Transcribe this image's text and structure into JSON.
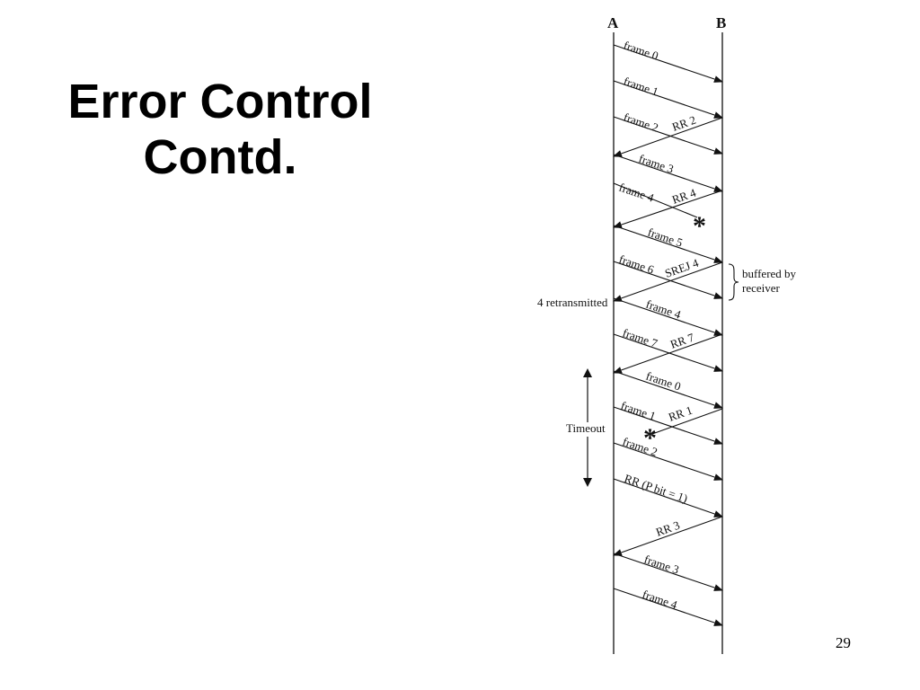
{
  "slide": {
    "title_line1": "Error Control",
    "title_line2": "Contd.",
    "page_number": "29"
  },
  "diagram": {
    "station_a": "A",
    "station_b": "B",
    "messages": [
      {
        "from": "A",
        "label": "frame 0"
      },
      {
        "from": "A",
        "label": "frame 1"
      },
      {
        "from": "A",
        "label": "frame 2"
      },
      {
        "from": "B",
        "label": "RR 2"
      },
      {
        "from": "A",
        "label": "frame 3"
      },
      {
        "from": "A",
        "label": "frame 4",
        "lost": true
      },
      {
        "from": "B",
        "label": "RR 4"
      },
      {
        "from": "A",
        "label": "frame 5"
      },
      {
        "from": "A",
        "label": "frame 6"
      },
      {
        "from": "B",
        "label": "SREJ 4"
      },
      {
        "from": "A",
        "label": "frame 4"
      },
      {
        "from": "A",
        "label": "frame 7"
      },
      {
        "from": "B",
        "label": "RR 7"
      },
      {
        "from": "A",
        "label": "frame 0"
      },
      {
        "from": "A",
        "label": "frame 1"
      },
      {
        "from": "B",
        "label": "RR 1",
        "lost": true
      },
      {
        "from": "A",
        "label": "frame 2"
      },
      {
        "from": "A",
        "label": "RR (P bit = 1)"
      },
      {
        "from": "B",
        "label": "RR 3"
      },
      {
        "from": "A",
        "label": "frame 3"
      },
      {
        "from": "A",
        "label": "frame 4"
      }
    ],
    "lost_marker": "*",
    "buffered_note_line1": "buffered by",
    "buffered_note_line2": "receiver",
    "retransmitted_note": "4 retransmitted",
    "timeout_label": "Timeout"
  }
}
